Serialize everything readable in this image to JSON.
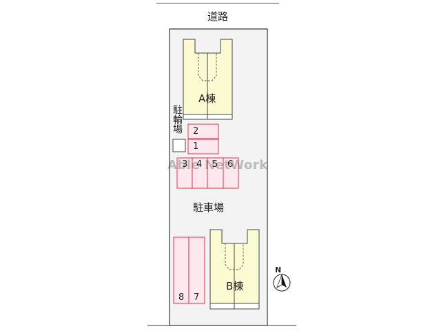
{
  "road": {
    "label": "道路"
  },
  "bicycle_parking": {
    "label": "駐輪場"
  },
  "parking": {
    "label": "駐車場"
  },
  "buildings": [
    {
      "id": "A",
      "label": "A棟"
    },
    {
      "id": "B",
      "label": "B棟"
    }
  ],
  "slots": {
    "top": [
      "2",
      "1"
    ],
    "row": [
      "3",
      "4",
      "5",
      "6"
    ],
    "bottom": [
      "8",
      "7"
    ]
  },
  "watermark": "Able NetWork",
  "compass": {
    "label": "N"
  },
  "colors": {
    "lot_fill": "#f3f3f3",
    "building_fill": "#fbfad0",
    "slot_fill": "#fde8ee",
    "slot_stroke": "#e2445a",
    "outline": "#333333"
  }
}
